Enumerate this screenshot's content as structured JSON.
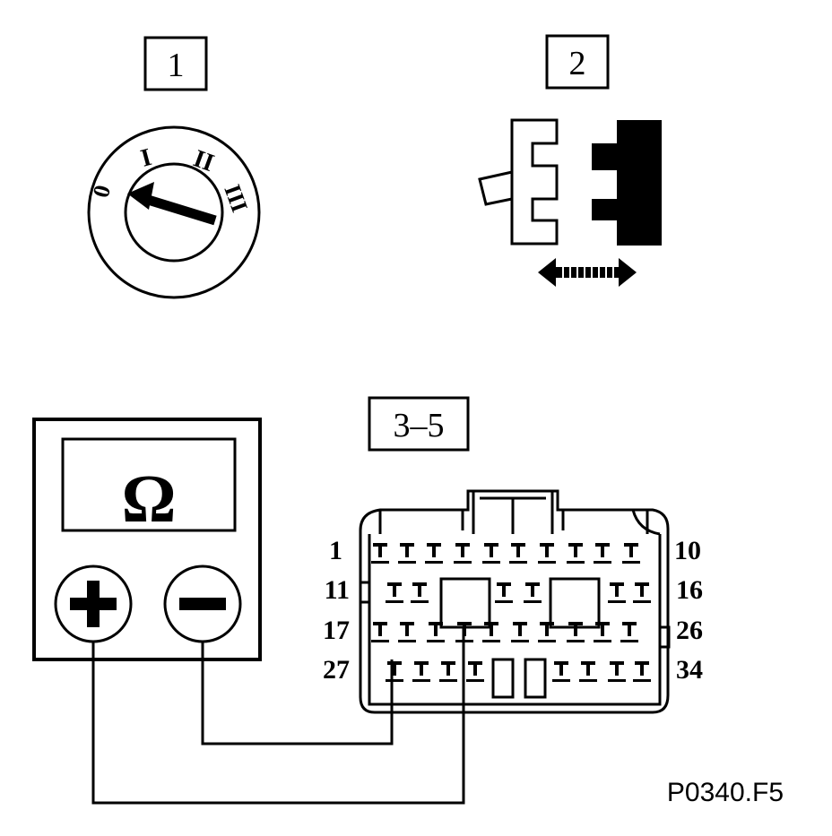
{
  "steps": {
    "step1": "1",
    "step2": "2",
    "step3": "3–5"
  },
  "ignition": {
    "positions": [
      "0",
      "I",
      "II",
      "III"
    ]
  },
  "meter": {
    "symbol": "Ω",
    "plus": "+",
    "minus": "−"
  },
  "connector": {
    "row_labels_left": [
      "1",
      "11",
      "17",
      "27"
    ],
    "row_labels_right": [
      "10",
      "16",
      "26",
      "34"
    ]
  },
  "figure_code": "P0340.F5"
}
